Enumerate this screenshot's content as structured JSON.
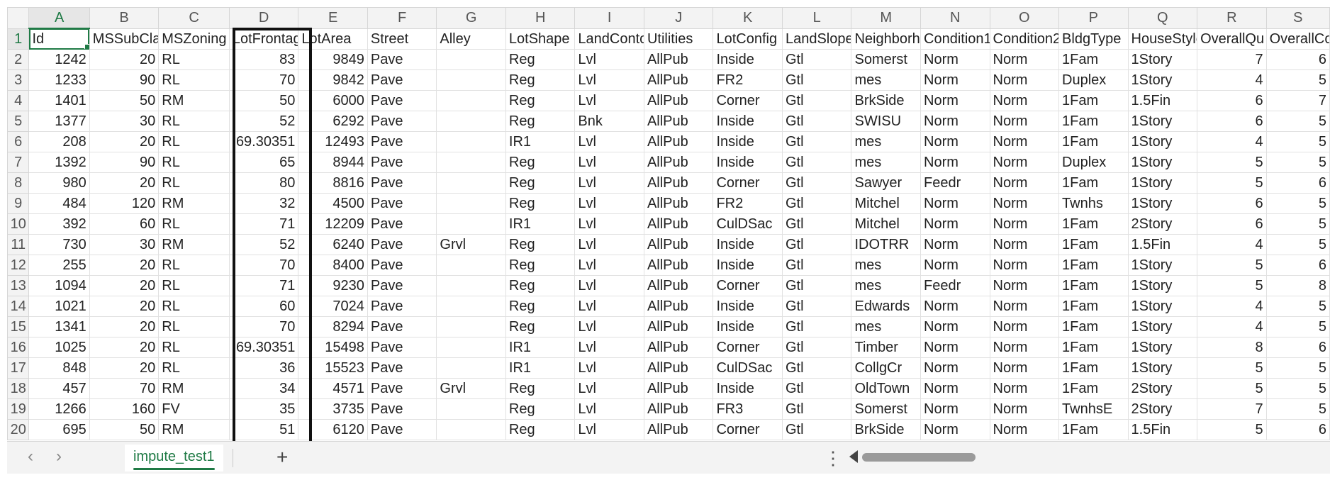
{
  "spreadsheet": {
    "columns": [
      "A",
      "B",
      "C",
      "D",
      "E",
      "F",
      "G",
      "H",
      "I",
      "J",
      "K",
      "L",
      "M",
      "N",
      "O",
      "P",
      "Q",
      "R",
      "S"
    ],
    "active_column": "A",
    "rows": [
      {
        "n": "1",
        "cells": [
          "Id",
          "MSSubCla",
          "MSZoning",
          "LotFrontag",
          "LotArea",
          "Street",
          "Alley",
          "LotShape",
          "LandConto",
          "Utilities",
          "LotConfig",
          "LandSlope",
          "Neighborh",
          "Condition1",
          "Condition2",
          "BldgType",
          "HouseStyle",
          "OverallQu",
          "OverallCo"
        ]
      },
      {
        "n": "2",
        "cells": [
          "1242",
          "20",
          "RL",
          "83",
          "9849",
          "Pave",
          "",
          "Reg",
          "Lvl",
          "AllPub",
          "Inside",
          "Gtl",
          "Somerst",
          "Norm",
          "Norm",
          "1Fam",
          "1Story",
          "7",
          "6"
        ]
      },
      {
        "n": "3",
        "cells": [
          "1233",
          "90",
          "RL",
          "70",
          "9842",
          "Pave",
          "",
          "Reg",
          "Lvl",
          "AllPub",
          "FR2",
          "Gtl",
          "mes",
          "Norm",
          "Norm",
          "Duplex",
          "1Story",
          "4",
          "5"
        ]
      },
      {
        "n": "4",
        "cells": [
          "1401",
          "50",
          "RM",
          "50",
          "6000",
          "Pave",
          "",
          "Reg",
          "Lvl",
          "AllPub",
          "Corner",
          "Gtl",
          "BrkSide",
          "Norm",
          "Norm",
          "1Fam",
          "1.5Fin",
          "6",
          "7"
        ]
      },
      {
        "n": "5",
        "cells": [
          "1377",
          "30",
          "RL",
          "52",
          "6292",
          "Pave",
          "",
          "Reg",
          "Bnk",
          "AllPub",
          "Inside",
          "Gtl",
          "SWISU",
          "Norm",
          "Norm",
          "1Fam",
          "1Story",
          "6",
          "5"
        ]
      },
      {
        "n": "6",
        "cells": [
          "208",
          "20",
          "RL",
          "69.30351",
          "12493",
          "Pave",
          "",
          "IR1",
          "Lvl",
          "AllPub",
          "Inside",
          "Gtl",
          "mes",
          "Norm",
          "Norm",
          "1Fam",
          "1Story",
          "4",
          "5"
        ]
      },
      {
        "n": "7",
        "cells": [
          "1392",
          "90",
          "RL",
          "65",
          "8944",
          "Pave",
          "",
          "Reg",
          "Lvl",
          "AllPub",
          "Inside",
          "Gtl",
          "mes",
          "Norm",
          "Norm",
          "Duplex",
          "1Story",
          "5",
          "5"
        ]
      },
      {
        "n": "8",
        "cells": [
          "980",
          "20",
          "RL",
          "80",
          "8816",
          "Pave",
          "",
          "Reg",
          "Lvl",
          "AllPub",
          "Corner",
          "Gtl",
          "Sawyer",
          "Feedr",
          "Norm",
          "1Fam",
          "1Story",
          "5",
          "6"
        ]
      },
      {
        "n": "9",
        "cells": [
          "484",
          "120",
          "RM",
          "32",
          "4500",
          "Pave",
          "",
          "Reg",
          "Lvl",
          "AllPub",
          "FR2",
          "Gtl",
          "Mitchel",
          "Norm",
          "Norm",
          "Twnhs",
          "1Story",
          "6",
          "5"
        ]
      },
      {
        "n": "10",
        "cells": [
          "392",
          "60",
          "RL",
          "71",
          "12209",
          "Pave",
          "",
          "IR1",
          "Lvl",
          "AllPub",
          "CulDSac",
          "Gtl",
          "Mitchel",
          "Norm",
          "Norm",
          "1Fam",
          "2Story",
          "6",
          "5"
        ]
      },
      {
        "n": "11",
        "cells": [
          "730",
          "30",
          "RM",
          "52",
          "6240",
          "Pave",
          "Grvl",
          "Reg",
          "Lvl",
          "AllPub",
          "Inside",
          "Gtl",
          "IDOTRR",
          "Norm",
          "Norm",
          "1Fam",
          "1.5Fin",
          "4",
          "5"
        ]
      },
      {
        "n": "12",
        "cells": [
          "255",
          "20",
          "RL",
          "70",
          "8400",
          "Pave",
          "",
          "Reg",
          "Lvl",
          "AllPub",
          "Inside",
          "Gtl",
          "mes",
          "Norm",
          "Norm",
          "1Fam",
          "1Story",
          "5",
          "6"
        ]
      },
      {
        "n": "13",
        "cells": [
          "1094",
          "20",
          "RL",
          "71",
          "9230",
          "Pave",
          "",
          "Reg",
          "Lvl",
          "AllPub",
          "Corner",
          "Gtl",
          "mes",
          "Feedr",
          "Norm",
          "1Fam",
          "1Story",
          "5",
          "8"
        ]
      },
      {
        "n": "14",
        "cells": [
          "1021",
          "20",
          "RL",
          "60",
          "7024",
          "Pave",
          "",
          "Reg",
          "Lvl",
          "AllPub",
          "Inside",
          "Gtl",
          "Edwards",
          "Norm",
          "Norm",
          "1Fam",
          "1Story",
          "4",
          "5"
        ]
      },
      {
        "n": "15",
        "cells": [
          "1341",
          "20",
          "RL",
          "70",
          "8294",
          "Pave",
          "",
          "Reg",
          "Lvl",
          "AllPub",
          "Inside",
          "Gtl",
          "mes",
          "Norm",
          "Norm",
          "1Fam",
          "1Story",
          "4",
          "5"
        ]
      },
      {
        "n": "16",
        "cells": [
          "1025",
          "20",
          "RL",
          "69.30351",
          "15498",
          "Pave",
          "",
          "IR1",
          "Lvl",
          "AllPub",
          "Corner",
          "Gtl",
          "Timber",
          "Norm",
          "Norm",
          "1Fam",
          "1Story",
          "8",
          "6"
        ]
      },
      {
        "n": "17",
        "cells": [
          "848",
          "20",
          "RL",
          "36",
          "15523",
          "Pave",
          "",
          "IR1",
          "Lvl",
          "AllPub",
          "CulDSac",
          "Gtl",
          "CollgCr",
          "Norm",
          "Norm",
          "1Fam",
          "1Story",
          "5",
          "5"
        ]
      },
      {
        "n": "18",
        "cells": [
          "457",
          "70",
          "RM",
          "34",
          "4571",
          "Pave",
          "Grvl",
          "Reg",
          "Lvl",
          "AllPub",
          "Inside",
          "Gtl",
          "OldTown",
          "Norm",
          "Norm",
          "1Fam",
          "2Story",
          "5",
          "5"
        ]
      },
      {
        "n": "19",
        "cells": [
          "1266",
          "160",
          "FV",
          "35",
          "3735",
          "Pave",
          "",
          "Reg",
          "Lvl",
          "AllPub",
          "FR3",
          "Gtl",
          "Somerst",
          "Norm",
          "Norm",
          "TwnhsE",
          "2Story",
          "7",
          "5"
        ]
      },
      {
        "n": "20",
        "cells": [
          "695",
          "50",
          "RM",
          "51",
          "6120",
          "Pave",
          "",
          "Reg",
          "Lvl",
          "AllPub",
          "Corner",
          "Gtl",
          "BrkSide",
          "Norm",
          "Norm",
          "1Fam",
          "1.5Fin",
          "5",
          "6"
        ]
      }
    ]
  },
  "tabbar": {
    "sheet_tab_label": "impute_test1",
    "add_label": "+",
    "prev_label": "‹",
    "next_label": "›",
    "more_label": "⋮"
  },
  "colors": {
    "accent": "#1f7a45",
    "highlight_border": "#111111"
  }
}
